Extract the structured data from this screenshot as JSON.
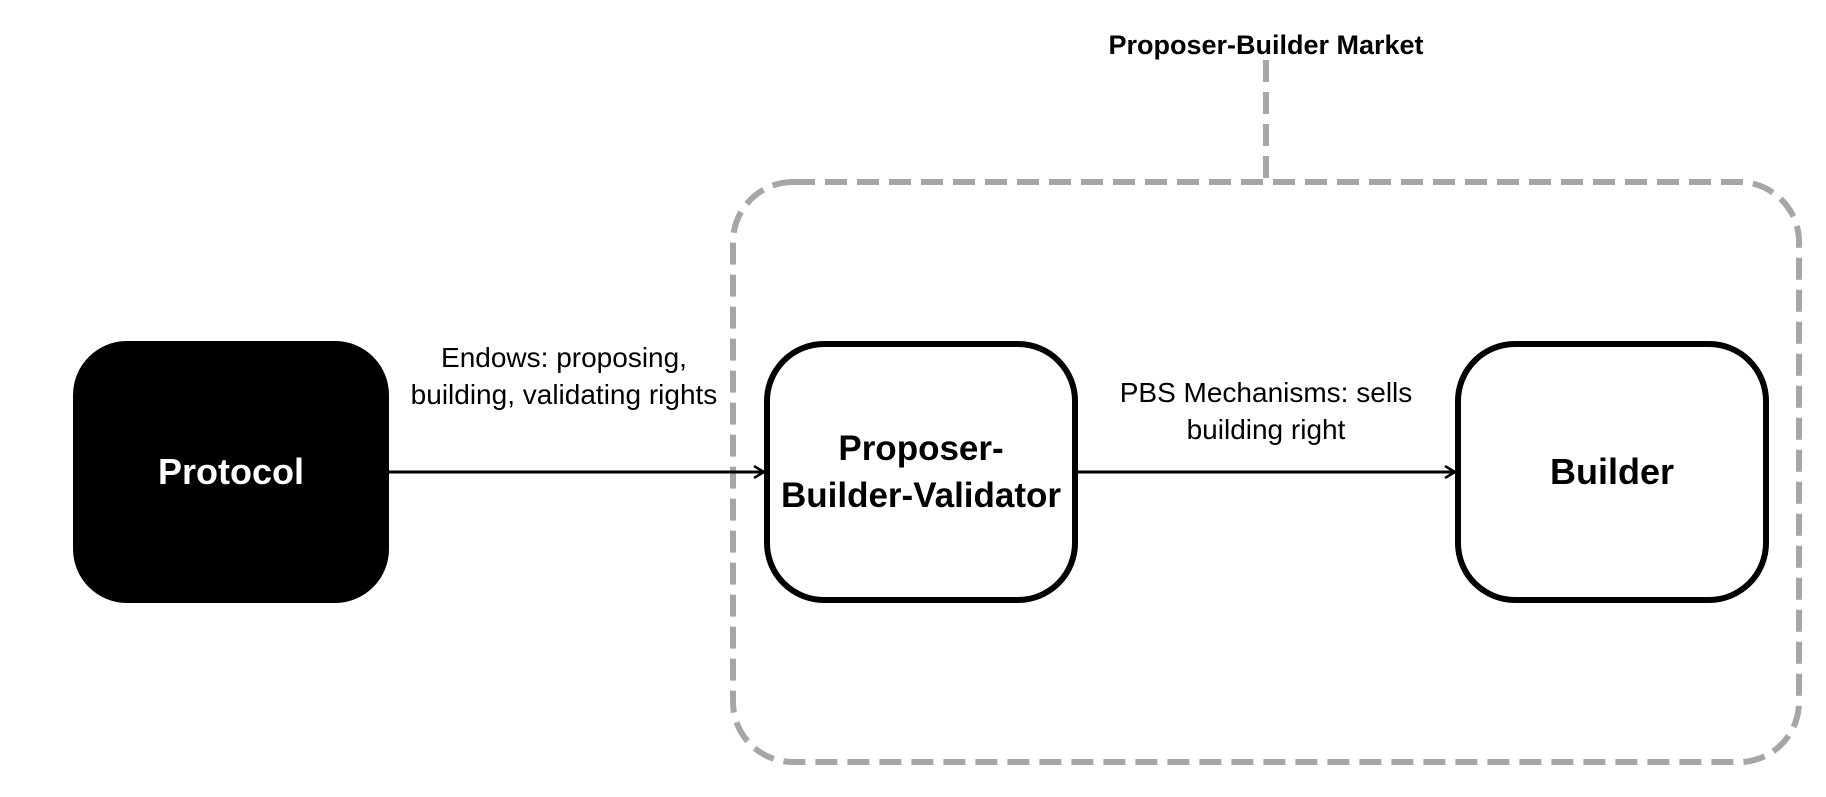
{
  "market": {
    "title": "Proposer-Builder Market"
  },
  "nodes": {
    "protocol": {
      "label": "Protocol"
    },
    "proposer_builder_validator": {
      "line1": "Proposer-",
      "line2": "Builder-Validator"
    },
    "builder": {
      "label": "Builder"
    }
  },
  "edges": {
    "endows": {
      "line1": "Endows: proposing,",
      "line2": "building, validating rights"
    },
    "pbs": {
      "line1": "PBS Mechanisms: sells",
      "line2": "building right"
    }
  },
  "colors": {
    "market_border": "#a6a6a6",
    "node_fill_dark": "#000000",
    "node_fill_light": "#ffffff"
  }
}
